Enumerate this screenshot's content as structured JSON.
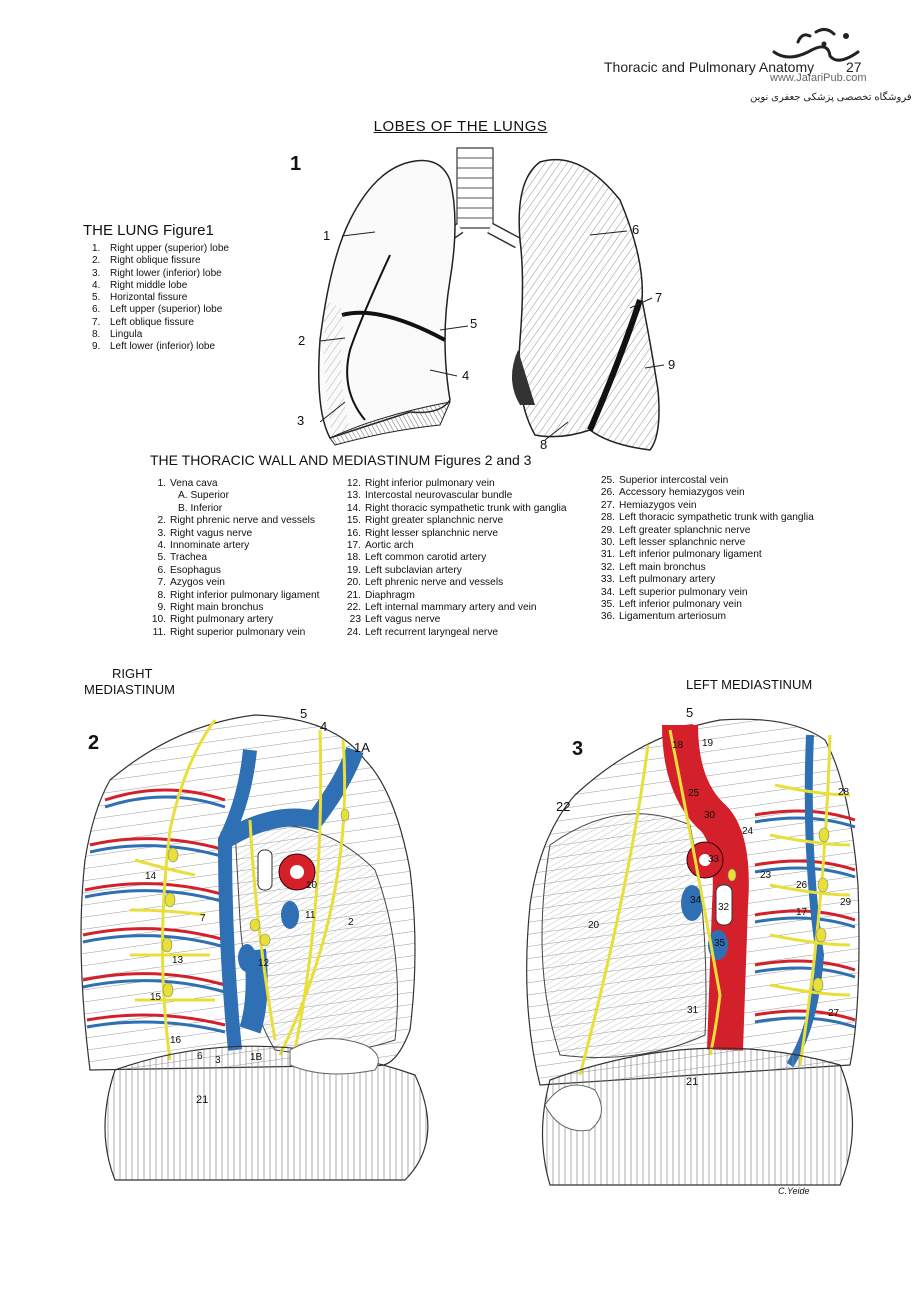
{
  "header": {
    "book_title": "Thoracic and Pulmonary Anatomy",
    "page_number": "27",
    "site": "www.JafariPub.com",
    "store": "فروشگاه تخصصی پزشکی جعفری نوین"
  },
  "page_title": "LOBES OF THE LUNGS",
  "figure1": {
    "number": "1",
    "heading": "THE LUNG Figure1",
    "items": [
      {
        "n": "1.",
        "text": "Right upper (superior) lobe"
      },
      {
        "n": "2.",
        "text": "Right oblique fissure"
      },
      {
        "n": "3.",
        "text": "Right lower (inferior) lobe"
      },
      {
        "n": "4.",
        "text": "Right middle lobe"
      },
      {
        "n": "5.",
        "text": "Horizontal fissure"
      },
      {
        "n": "6.",
        "text": "Left upper (superior) lobe"
      },
      {
        "n": "7.",
        "text": "Left oblique fissure"
      },
      {
        "n": "8.",
        "text": "Lingula"
      },
      {
        "n": "9.",
        "text": "Left lower (inferior) lobe"
      }
    ],
    "callouts": [
      "1",
      "2",
      "3",
      "4",
      "5",
      "6",
      "7",
      "8",
      "9"
    ]
  },
  "mediastinum": {
    "heading": "THE THORACIC WALL AND MEDIASTINUM Figures 2 and 3",
    "col1": [
      {
        "n": "1.",
        "text": "Vena cava"
      },
      {
        "n": "",
        "text": "A. Superior",
        "sub": true
      },
      {
        "n": "",
        "text": "B. Inferior",
        "sub": true
      },
      {
        "n": "2.",
        "text": "Right phrenic nerve and vessels"
      },
      {
        "n": "3.",
        "text": "Right vagus nerve"
      },
      {
        "n": "4.",
        "text": "Innominate artery"
      },
      {
        "n": "5.",
        "text": "Trachea"
      },
      {
        "n": "6.",
        "text": "Esophagus"
      },
      {
        "n": "7.",
        "text": "Azygos vein"
      },
      {
        "n": "8.",
        "text": "Right inferior pulmonary ligament"
      },
      {
        "n": "9.",
        "text": "Right main bronchus"
      },
      {
        "n": "10.",
        "text": "Right pulmonary artery"
      },
      {
        "n": "11.",
        "text": "Right superior pulmonary vein"
      }
    ],
    "col2": [
      {
        "n": "12.",
        "text": "Right inferior pulmonary vein"
      },
      {
        "n": "13.",
        "text": "Intercostal neurovascular bundle"
      },
      {
        "n": "14.",
        "text": "Right thoracic sympathetic trunk with ganglia"
      },
      {
        "n": "15.",
        "text": "Right greater splanchnic nerve"
      },
      {
        "n": "16.",
        "text": "Right lesser splanchnic nerve"
      },
      {
        "n": "17.",
        "text": "Aortic arch"
      },
      {
        "n": "18.",
        "text": "Left common carotid artery"
      },
      {
        "n": "19.",
        "text": "Left subclavian artery"
      },
      {
        "n": "20.",
        "text": "Left phrenic nerve and vessels"
      },
      {
        "n": "21.",
        "text": "Diaphragm"
      },
      {
        "n": "22.",
        "text": "Left internal mammary artery and vein"
      },
      {
        "n": "23",
        "text": "Left vagus nerve"
      },
      {
        "n": "24.",
        "text": "Left recurrent laryngeal nerve"
      }
    ],
    "col3": [
      {
        "n": "25.",
        "text": "Superior intercostal vein"
      },
      {
        "n": "26.",
        "text": "Accessory hemiazygos vein"
      },
      {
        "n": "27.",
        "text": "Hemiazygos vein"
      },
      {
        "n": "28.",
        "text": "Left thoracic sympathetic trunk with ganglia"
      },
      {
        "n": "29.",
        "text": "Left greater splanchnic nerve"
      },
      {
        "n": "30.",
        "text": "Left lesser splanchnic nerve"
      },
      {
        "n": "31.",
        "text": "Left inferior pulmonary ligament"
      },
      {
        "n": "32.",
        "text": "Left main bronchus"
      },
      {
        "n": "33.",
        "text": "Left pulmonary artery"
      },
      {
        "n": "34.",
        "text": "Left superior pulmonary vein"
      },
      {
        "n": "35.",
        "text": "Left inferior pulmonary vein"
      },
      {
        "n": "36.",
        "text": "Ligamentum arteriosum"
      }
    ]
  },
  "figure2": {
    "number": "2",
    "title_line1": "RIGHT",
    "title_line2": "MEDIASTINUM",
    "callouts": [
      "5",
      "4",
      "1A",
      "14",
      "7",
      "10",
      "11",
      "2",
      "12",
      "13",
      "15",
      "16",
      "6",
      "3",
      "1B",
      "21"
    ]
  },
  "figure3": {
    "number": "3",
    "title": "LEFT MEDIASTINUM",
    "callouts": [
      "5",
      "22",
      "18",
      "19",
      "25",
      "30",
      "24",
      "33",
      "23",
      "26",
      "17",
      "34",
      "32",
      "35",
      "20",
      "28",
      "29",
      "31",
      "27",
      "21"
    ],
    "signature": "C.Yeide"
  },
  "colors": {
    "vein": "#2f6fb3",
    "artery": "#d4202a",
    "nerve": "#e8df3a",
    "ink": "#333333"
  }
}
